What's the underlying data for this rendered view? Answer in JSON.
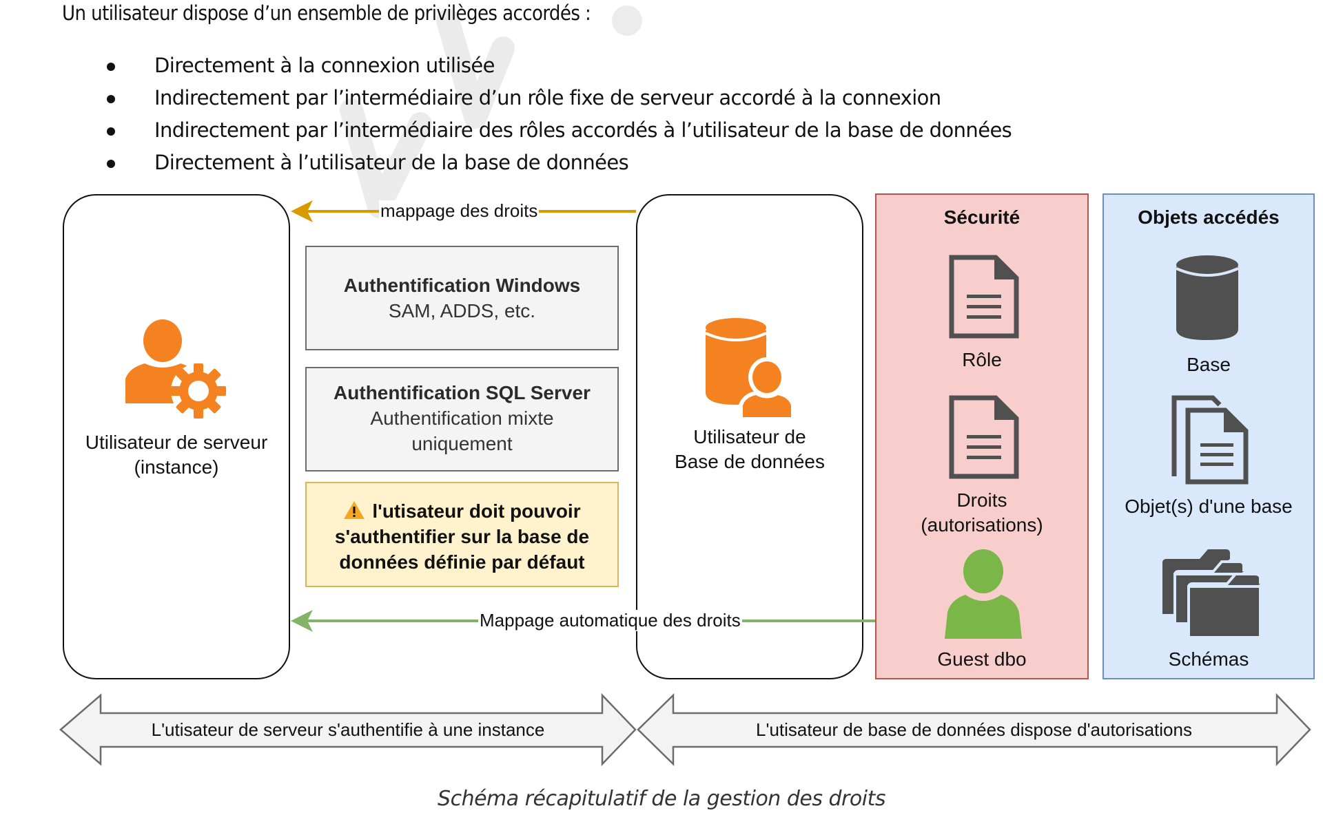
{
  "document": {
    "intro": "Un utilisateur dispose d’un ensemble de privilèges accordés :",
    "bullets": [
      "Directement à la connexion utilisée",
      "Indirectement par l’intermédiaire d’un rôle fixe de serveur accordé à la connexion",
      "Indirectement par l’intermédiaire des rôles accordés à l’utilisateur de la base de données",
      "Directement à l’utilisateur de la base de données"
    ],
    "caption": "Schéma récapitulatif de la gestion des droits"
  },
  "diagram": {
    "server_user": {
      "icon": "user-gear-icon",
      "label_line1": "Utilisateur de serveur",
      "label_line2": "(instance)"
    },
    "db_user": {
      "icon": "database-user-icon",
      "label_line1": "Utilisateur de",
      "label_line2": "Base de données"
    },
    "auth_windows": {
      "title": "Authentification Windows",
      "subtitle": "SAM, ADDS, etc."
    },
    "auth_sql": {
      "title": "Authentification SQL Server",
      "subtitle_line1": "Authentification mixte",
      "subtitle_line2": "uniquement"
    },
    "warning": {
      "icon": "warning-icon",
      "line1": "l'utisateur doit pouvoir",
      "line2": "s'authentifier sur la base de",
      "line3": "données définie par défaut"
    },
    "connectors": {
      "rights_mapping": "mappage des droits",
      "auto_mapping": "Mappage automatique des droits"
    },
    "security_panel": {
      "title": "Sécurité",
      "items": [
        {
          "icon": "document-icon",
          "label_line1": "Rôle",
          "label_line2": ""
        },
        {
          "icon": "document-icon",
          "label_line1": "Droits",
          "label_line2": "(autorisations)"
        },
        {
          "icon": "user-icon",
          "label_line1": "Guest dbo",
          "label_line2": ""
        }
      ]
    },
    "objects_panel": {
      "title": "Objets accédés",
      "items": [
        {
          "icon": "database-icon",
          "label": "Base"
        },
        {
          "icon": "documents-icon",
          "label": "Objet(s) d'une base"
        },
        {
          "icon": "folders-icon",
          "label": "Schémas"
        }
      ]
    },
    "bottom_arrows": [
      "L'utisateur de serveur s'authentifie à une instance",
      "L'utisateur de base de données dispose d'autorisations"
    ],
    "colors": {
      "orange": "#f58220",
      "gold_arrow": "#d79b00",
      "green_arrow": "#82b366",
      "green_user": "#7ab648",
      "security_fill": "#f8cecc",
      "security_border": "#b85450",
      "objects_fill": "#dae8fc",
      "objects_border": "#6c8ebf",
      "warning_fill": "#fff2cc",
      "warning_border": "#d6b656",
      "icon_gray": "#505050"
    }
  }
}
